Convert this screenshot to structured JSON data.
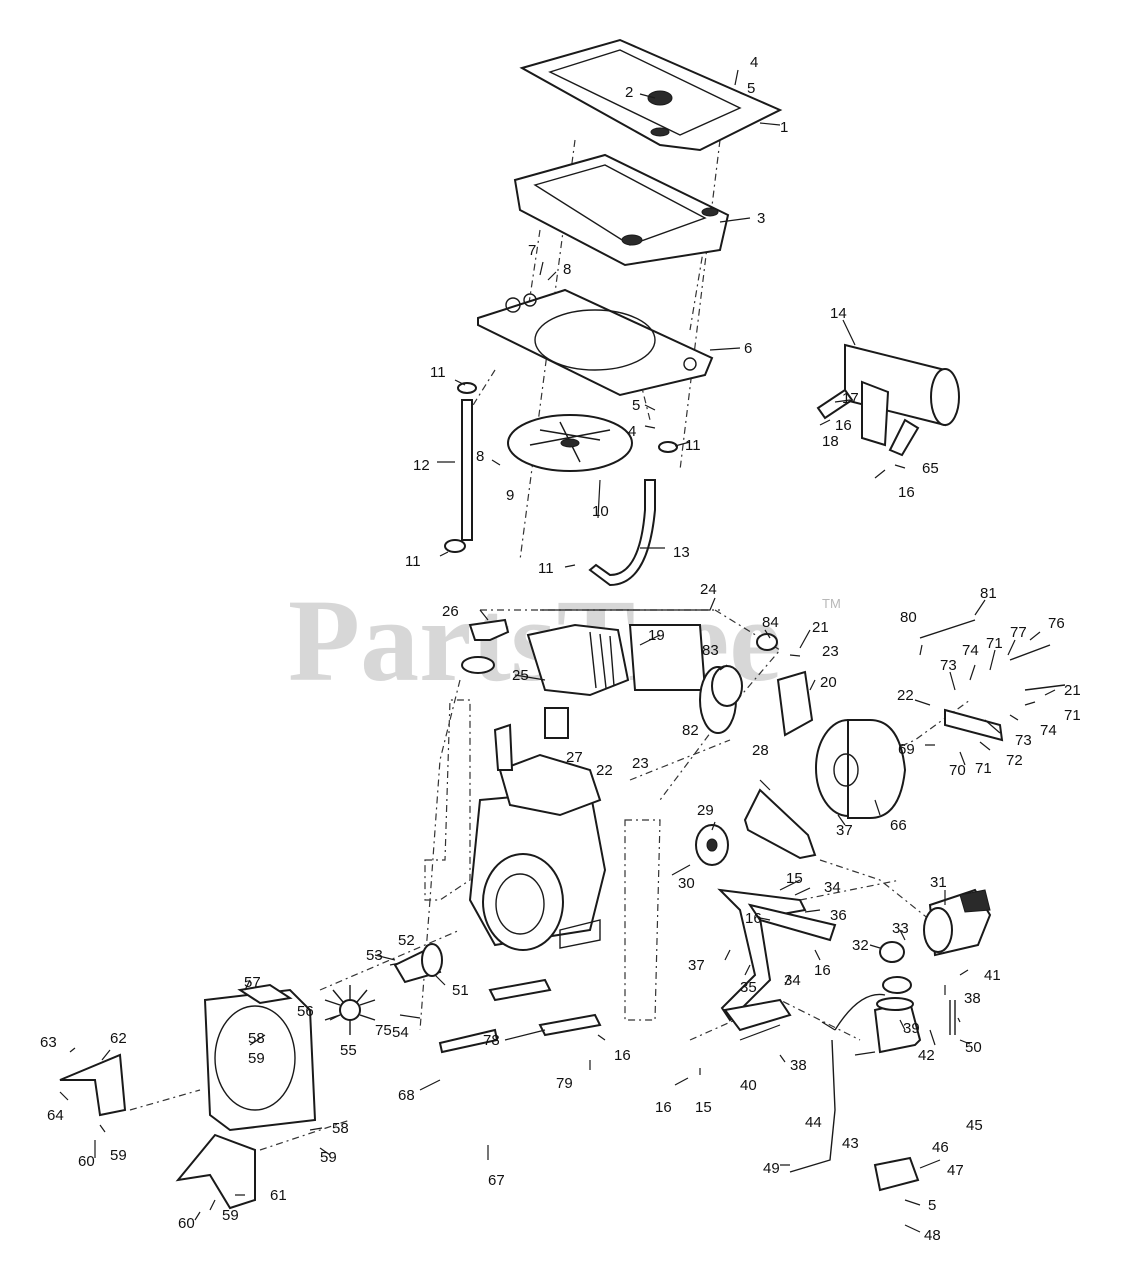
{
  "watermark": {
    "text": "PartsTree",
    "trademark": "TM"
  },
  "callouts": [
    "1",
    "2",
    "3",
    "4",
    "5",
    "6",
    "7",
    "8",
    "9",
    "10",
    "11",
    "12",
    "13",
    "14",
    "15",
    "16",
    "17",
    "18",
    "19",
    "20",
    "21",
    "22",
    "23",
    "24",
    "25",
    "26",
    "27",
    "28",
    "29",
    "30",
    "31",
    "32",
    "33",
    "34",
    "35",
    "36",
    "37",
    "38",
    "39",
    "40",
    "41",
    "42",
    "43",
    "44",
    "45",
    "46",
    "47",
    "48",
    "49",
    "50",
    "51",
    "52",
    "53",
    "54",
    "55",
    "56",
    "57",
    "58",
    "59",
    "60",
    "61",
    "62",
    "63",
    "64",
    "65",
    "66",
    "67",
    "68",
    "69",
    "70",
    "71",
    "72",
    "73",
    "74",
    "75",
    "76",
    "77",
    "78",
    "79",
    "80",
    "81",
    "82",
    "83",
    "84"
  ],
  "duplicate_callouts": [
    "4",
    "5",
    "5",
    "8",
    "11",
    "11",
    "11",
    "15",
    "16",
    "16",
    "16",
    "16",
    "16",
    "21",
    "22",
    "23",
    "34",
    "37",
    "38",
    "58",
    "58",
    "59",
    "59",
    "59",
    "59",
    "60",
    "71",
    "71",
    "73",
    "74"
  ]
}
